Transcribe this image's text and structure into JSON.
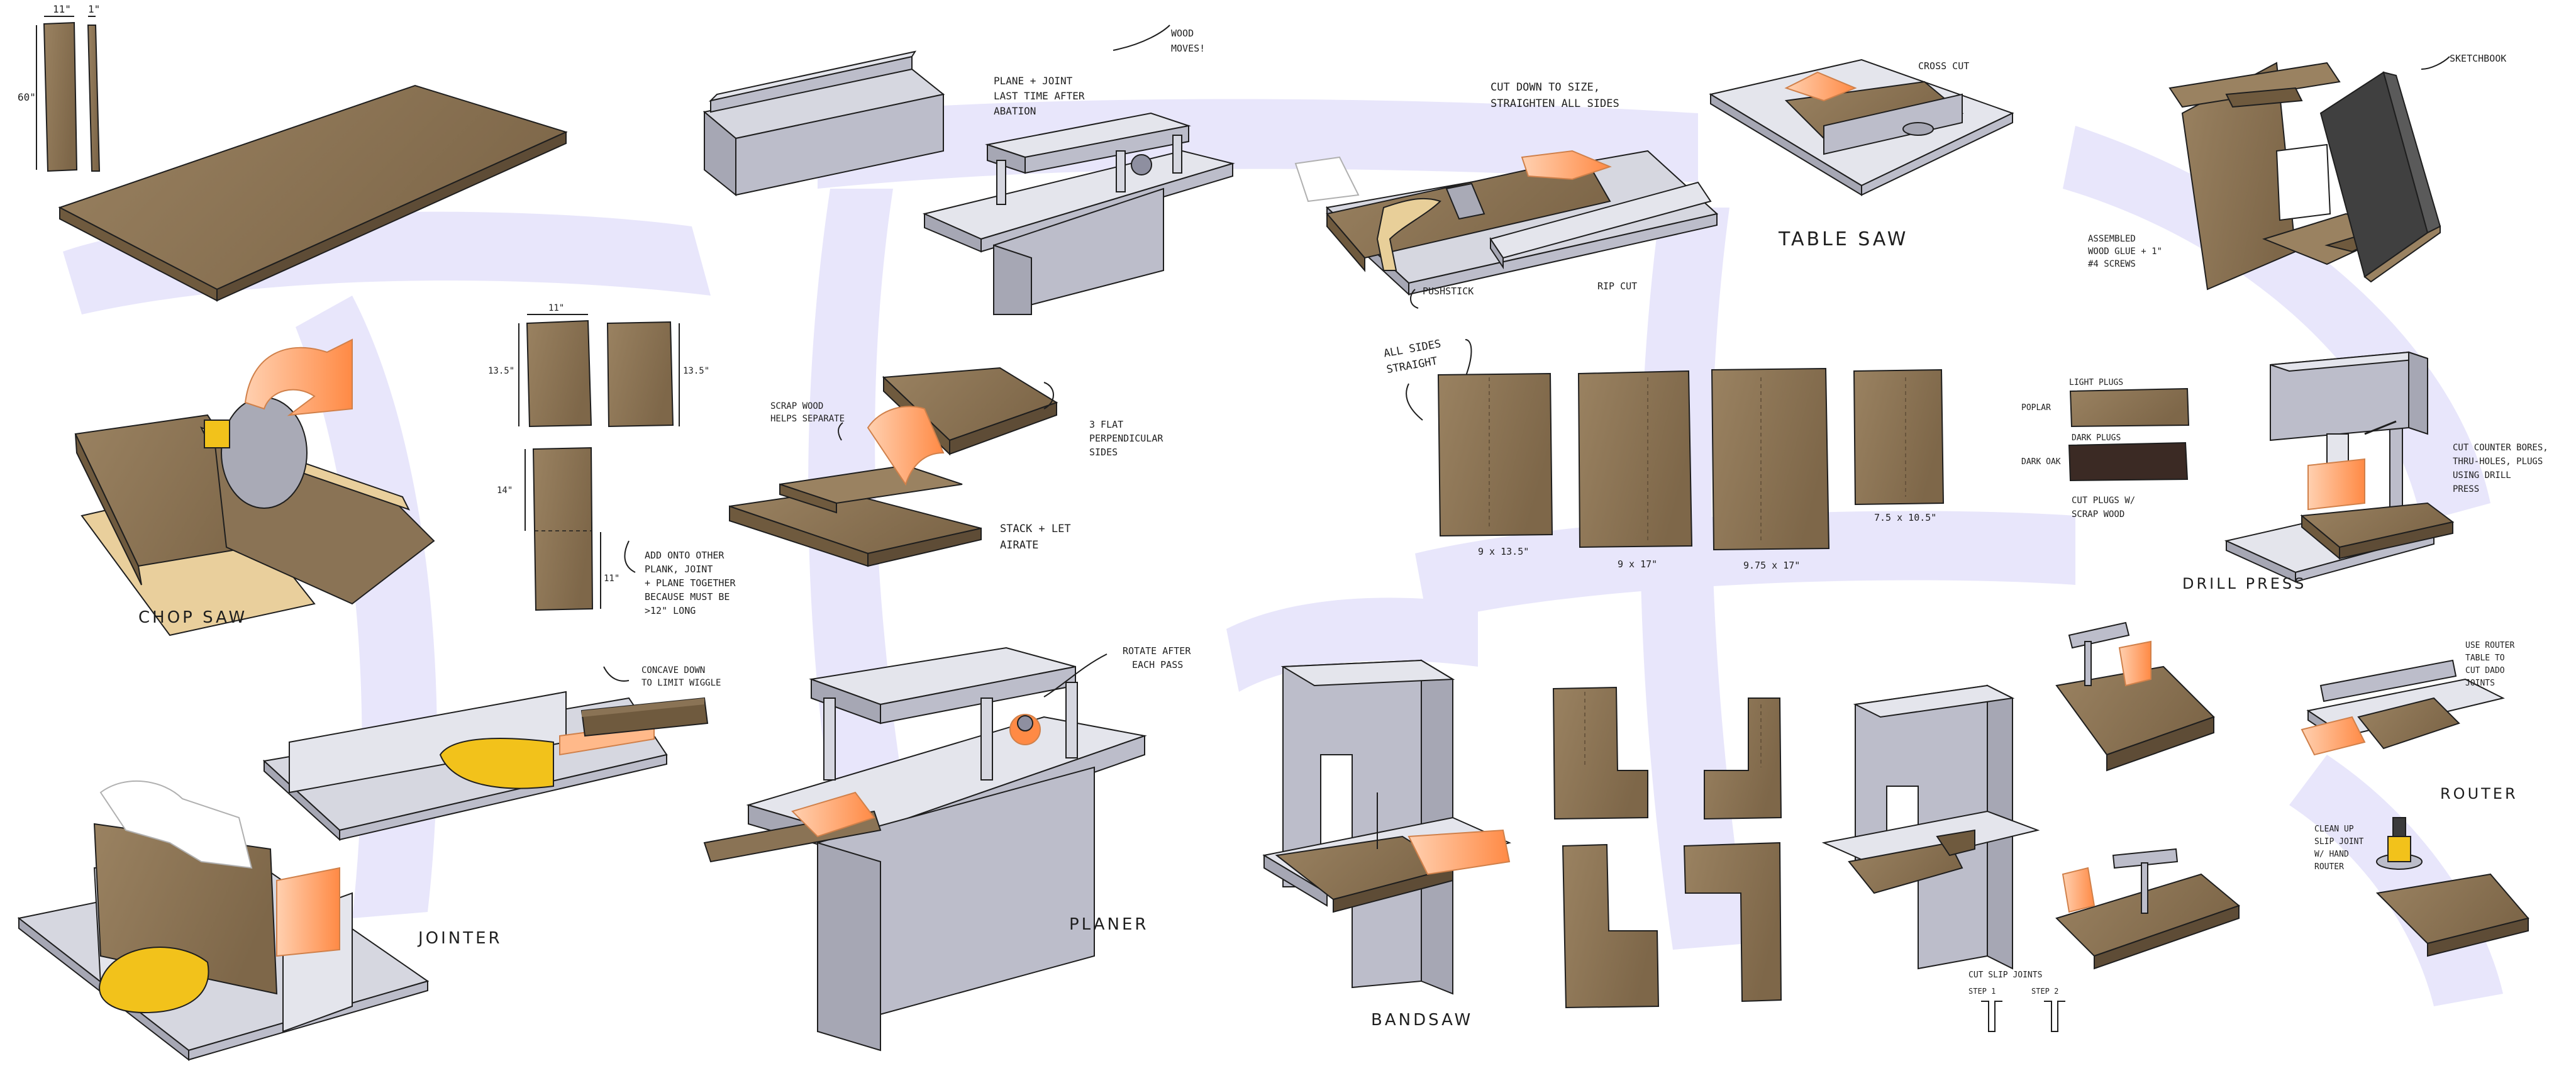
{
  "labels": {
    "chop_saw": "CHOP SAW",
    "jointer": "JOINTER",
    "planer": "PLANER",
    "table_saw": "TABLE SAW",
    "bandsaw": "BANDSAW",
    "drill_press": "DRILL PRESS",
    "router": "ROUTER",
    "cross_cut": "CROSS CUT",
    "rip_cut": "RIP CUT",
    "pushstick": "PUSHSTICK",
    "sketchbook": "SKETCHBOOK"
  },
  "notes": {
    "wood_moves": [
      "WOOD",
      "MOVES!"
    ],
    "plane_joint": [
      "PLANE + JOINT",
      "LAST TIME AFTER",
      "ABATION"
    ],
    "cut_down": [
      "CUT DOWN TO SIZE,",
      "STRAIGHTEN ALL SIDES"
    ],
    "all_sides": [
      "ALL SIDES",
      "STRAIGHT"
    ],
    "scrapwood": [
      "SCRAP WOOD",
      "HELPS SEPARATE"
    ],
    "flat_perp": [
      "3 FLAT",
      "PERPENDICULAR",
      "SIDES"
    ],
    "stack": [
      "STACK + LET",
      "AIRATE"
    ],
    "add_plank": [
      "ADD ONTO OTHER",
      "PLANK, JOINT",
      "+ PLANE TOGETHER",
      "BECAUSE MUST BE",
      ">12\" LONG"
    ],
    "concave": [
      "CONCAVE DOWN",
      "TO LIMIT WIGGLE"
    ],
    "rotate": [
      "ROTATE AFTER",
      "EACH PASS"
    ],
    "assembled": [
      "ASSEMBLED",
      "WOOD GLUE + 1\"",
      "#4 SCREWS"
    ],
    "light_plugs": "LIGHT PLUGS",
    "dark_plugs": "DARK PLUGS",
    "poplar": "POPLAR",
    "dark_oak": "DARK OAK",
    "cut_plugs": [
      "CUT PLUGS W/",
      "SCRAP WOOD"
    ],
    "counterbores": [
      "CUT COUNTER BORES,",
      "THRU-HOLES, PLUGS",
      "USING DRILL",
      "PRESS"
    ],
    "use_router": [
      "USE ROUTER",
      "TABLE TO",
      "CUT DADO",
      "JOINTS"
    ],
    "clean_up": [
      "CLEAN UP",
      "SLIP JOINT",
      "W/ HAND",
      "ROUTER"
    ],
    "cut_slip": "CUT SLIP JOINTS",
    "step1": "STEP 1",
    "step2": "STEP 2"
  },
  "dims": {
    "top_w1": "11\"",
    "top_w2": "1\"",
    "top_h": "60\"",
    "mid_w": "11\"",
    "mid_h1": "13.5\"",
    "mid_h2": "13.5\"",
    "low_h1": "14\"",
    "low_h2": "11\"",
    "board1": "9 x 13.5\"",
    "board2": "9 x 17\"",
    "board3": "9.75 x 17\"",
    "board4": "7.5 x 10.5\""
  },
  "colors": {
    "wood": "#8c7556",
    "wood_dark": "#5e4c36",
    "wood_light": "#e8cf99",
    "metal": "#bcbdca",
    "metal_light": "#d6d7e0",
    "metal_dark": "#8e8fa0",
    "accent_orange": "#ff9a5a",
    "accent_yellow": "#f2c21b",
    "background_blob": "#e8e6fb",
    "ink": "#1e1e1e",
    "plug_dark": "#3b2a24",
    "sketchbook": "#404040"
  }
}
